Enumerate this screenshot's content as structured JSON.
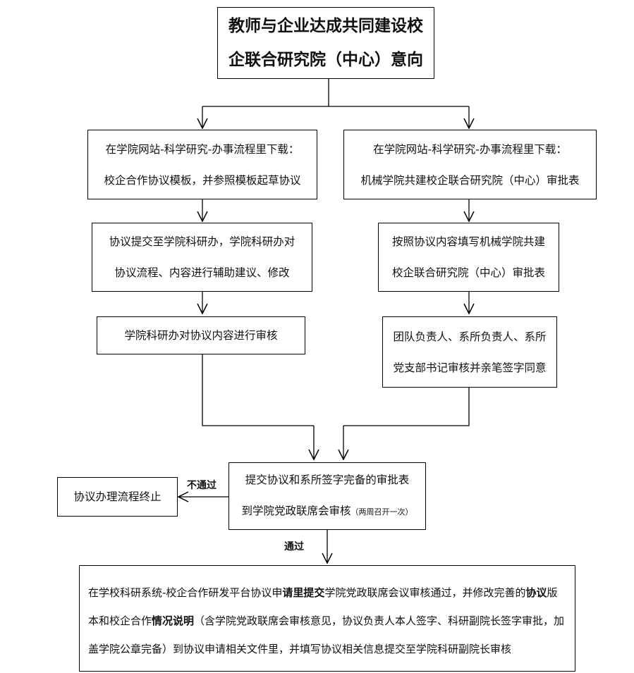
{
  "flow": {
    "title": {
      "line1": "教师与企业达成共同建设校",
      "line2": "企联合研究院（中心）意向"
    },
    "left": {
      "step1": {
        "line1": "在学院网站-科学研究-办事流程里下载：",
        "line2": "校企合作协议模板，并参照模板起草协议"
      },
      "step2": {
        "line1": "协议提交至学院科研办，学院科研办对",
        "line2": "协议流程、内容进行辅助建议、修改"
      },
      "step3": {
        "text": "学院科研办对协议内容进行审核"
      }
    },
    "right": {
      "step1": {
        "line1": "在学院网站-科学研究-办事流程里下载：",
        "line2": "机械学院共建校企联合研究院（中心）审批表"
      },
      "step2": {
        "line1": "按照协议内容填写机械学院共建",
        "line2": "校企联合研究院（中心）审批表"
      },
      "step3": {
        "line1": "团队负责人、系所负责人、系所",
        "line2": "党支部书记审核并亲笔签字同意"
      }
    },
    "review": {
      "line1": "提交协议和系所签字完备的审批表",
      "line2": "到学院党政联席会审核",
      "note": "（两周召开一次）"
    },
    "reject": {
      "label": "不通过",
      "end": "协议办理流程终止"
    },
    "pass": {
      "label": "通过"
    },
    "final": {
      "p1": "在学校科研系统-校企合作研发平台协议申",
      "p2": "请里提交",
      "p3": "学院党政联席会议审核通过，并修改完善的",
      "p4": "协议",
      "p5": "版本和校企合作",
      "p6": "情况说明",
      "p7": "（含学院党政联席会审核意见，协议负责人本人签字、科研副院长签字审批，加盖学院公章完备）到协议申请相关文件里，并填写协议相关信息提交至学院科研副院长审核"
    }
  }
}
